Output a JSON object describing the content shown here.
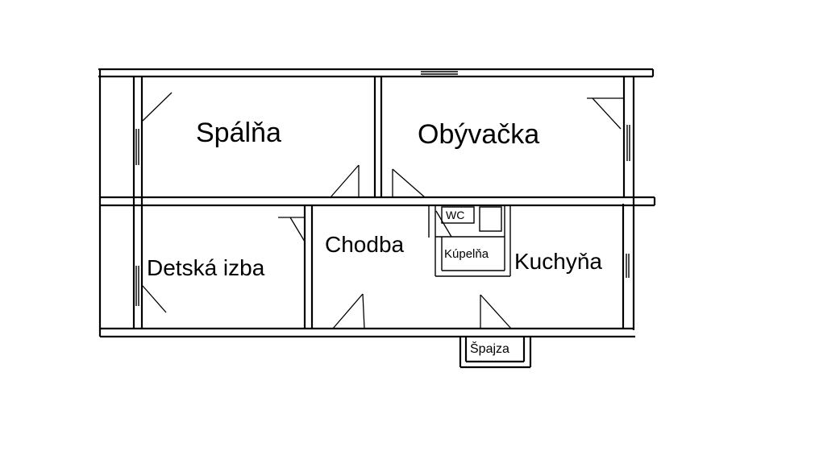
{
  "rooms": {
    "spalna": "Spálňa",
    "obyvacka": "Obývačka",
    "detska_izba": "Detská izba",
    "chodba": "Chodba",
    "wc": "WC",
    "kupelna": "Kúpelňa",
    "kuchyna": "Kuchyňa",
    "spajza": "Špajza"
  }
}
